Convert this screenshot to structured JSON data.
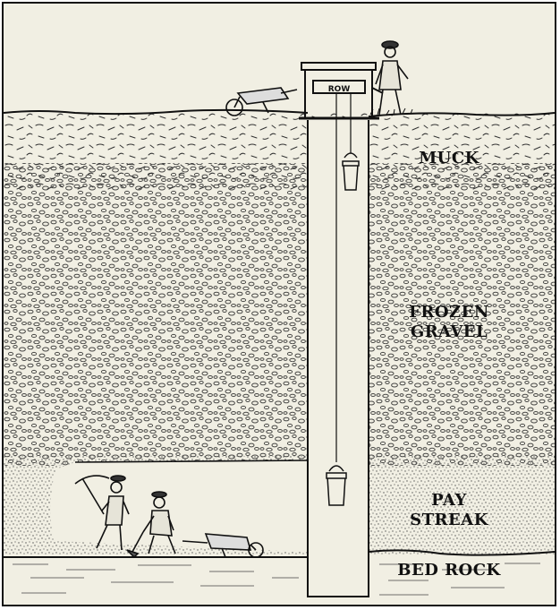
{
  "layers": {
    "muck": "MUCK",
    "frozen_gravel_line1": "FROZEN",
    "frozen_gravel_line2": "GRAVEL",
    "pay_streak_line1": "PAY",
    "pay_streak_line2": "STREAK",
    "bed_rock": "BED ROCK"
  },
  "windlass_sign": "ROW",
  "colors": {
    "paper": "#f1efe3",
    "ink": "#111111"
  }
}
